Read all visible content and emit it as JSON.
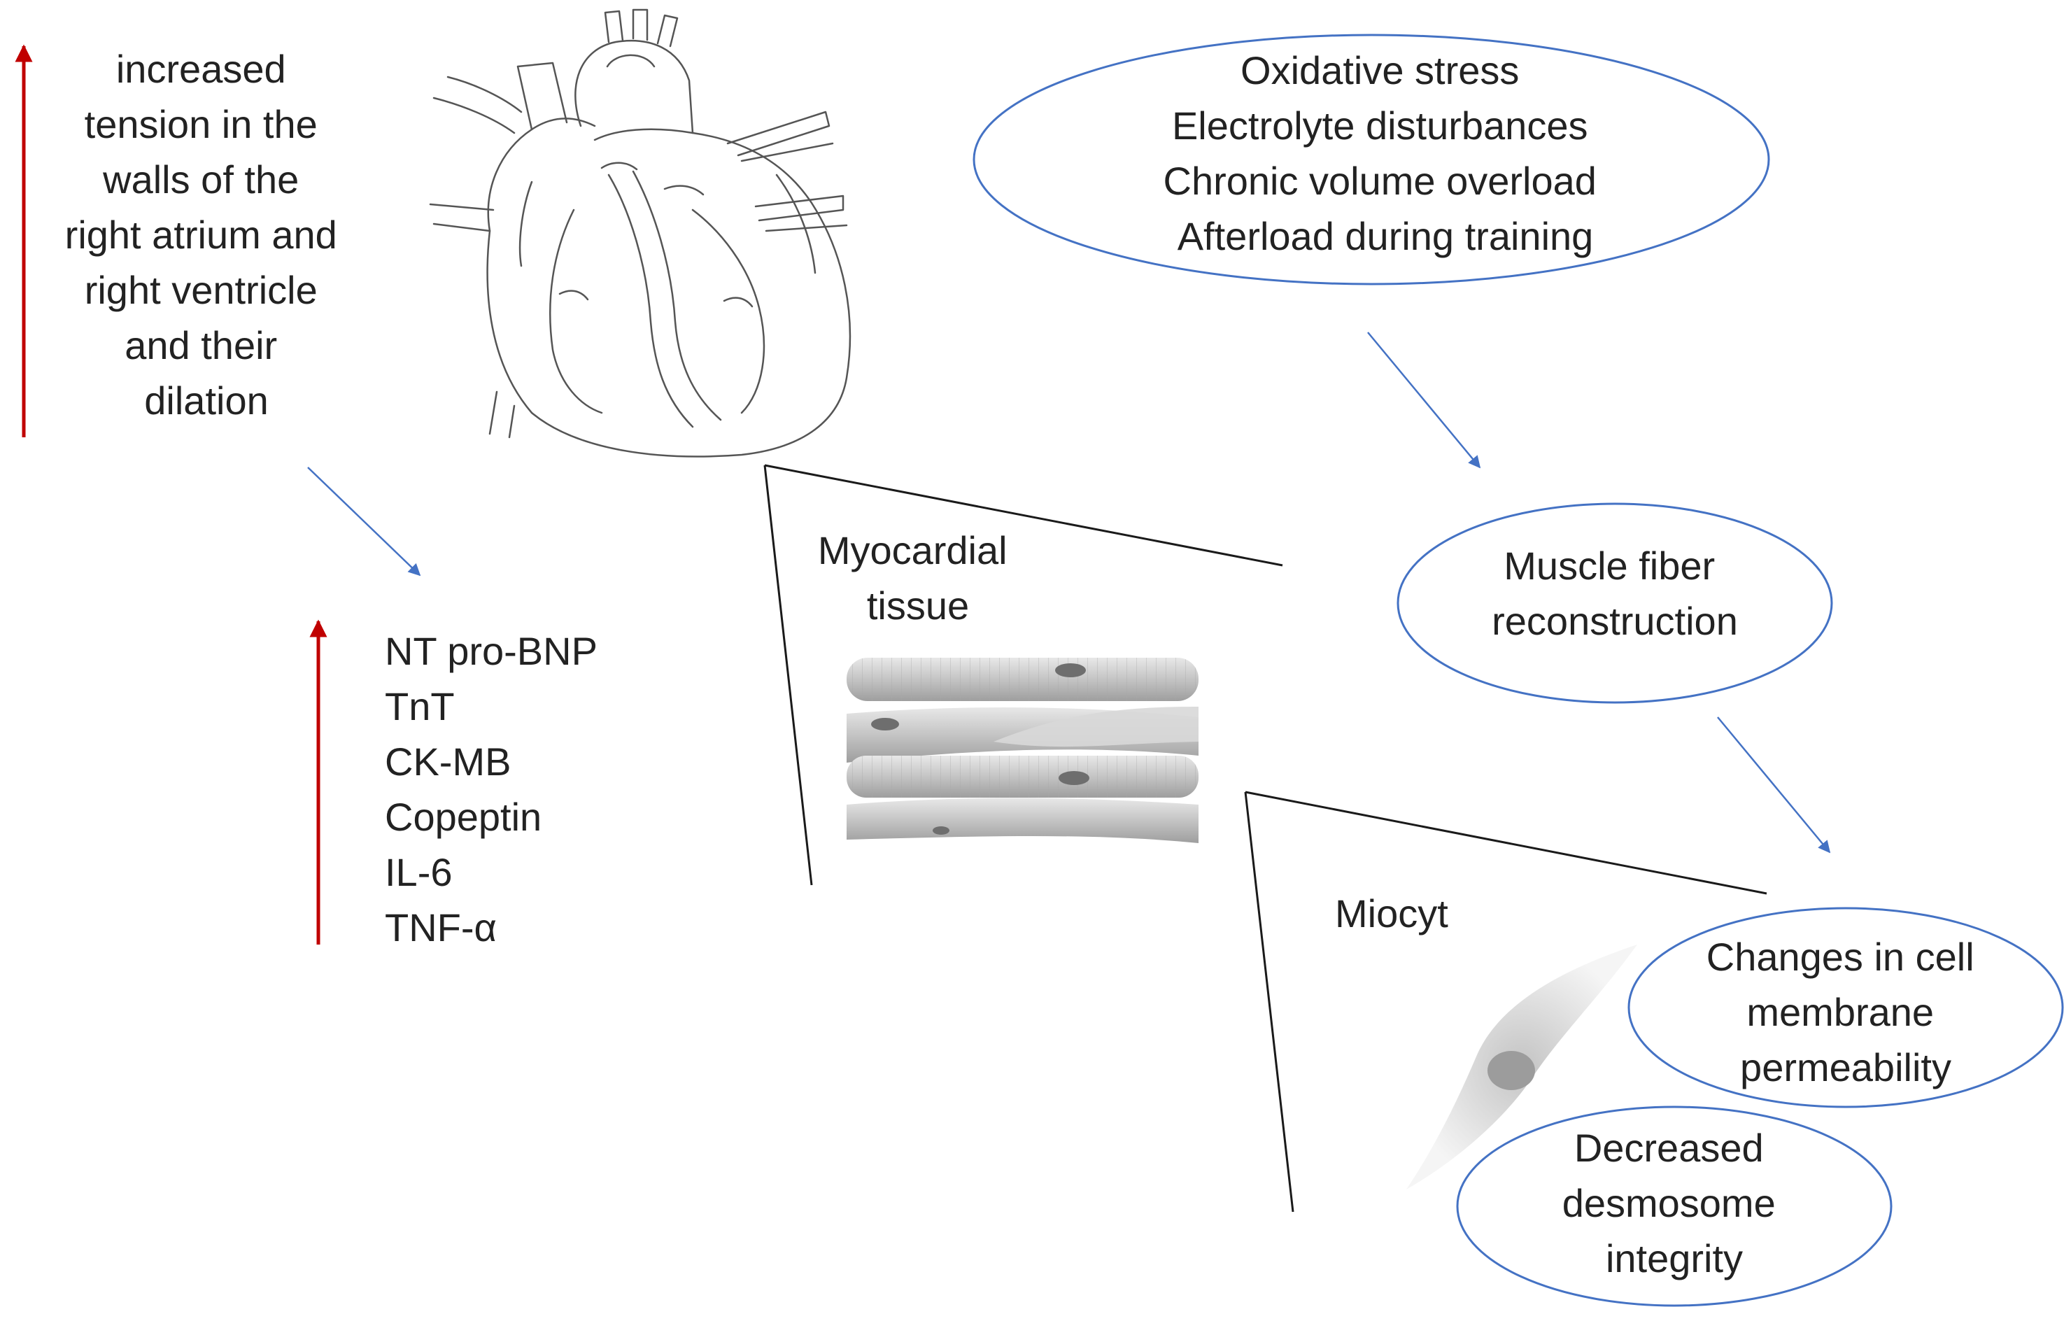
{
  "colors": {
    "ellipse_stroke": "#4472C4",
    "arrow_blue": "#4472C4",
    "arrow_red": "#C00000",
    "line_black": "#1a1a1a",
    "heart_stroke": "#555555",
    "fiber_fill": "#cfcfcf",
    "cell_fill": "#dcdcdc"
  },
  "left_text": {
    "lines": [
      "increased",
      "tension in the",
      "walls of the",
      "right atrium and",
      "right ventricle",
      "and their",
      "dilation"
    ]
  },
  "markers": {
    "items": [
      "NT pro-BNP",
      "TnT",
      "CK-MB",
      "Copeptin",
      "IL-6",
      "TNF-α"
    ]
  },
  "causes": {
    "lines": [
      "Oxidative stress",
      "Electrolyte disturbances",
      "Chronic volume overload",
      "Afterload during training"
    ]
  },
  "reconstruction": {
    "lines": [
      "Muscle fiber",
      "reconstruction"
    ]
  },
  "tissue_label": {
    "lines": [
      "Myocardial",
      "tissue"
    ]
  },
  "cell_label": {
    "text": "Miocyt"
  },
  "membrane": {
    "lines": [
      "Changes in cell",
      "membrane",
      "permeability"
    ]
  },
  "desmosome": {
    "lines": [
      "Decreased",
      "desmosome",
      "integrity"
    ]
  },
  "icons": {
    "heart": "heart-anatomy-icon",
    "fibers": "muscle-fibers-icon",
    "cell": "myocyte-cell-icon"
  }
}
